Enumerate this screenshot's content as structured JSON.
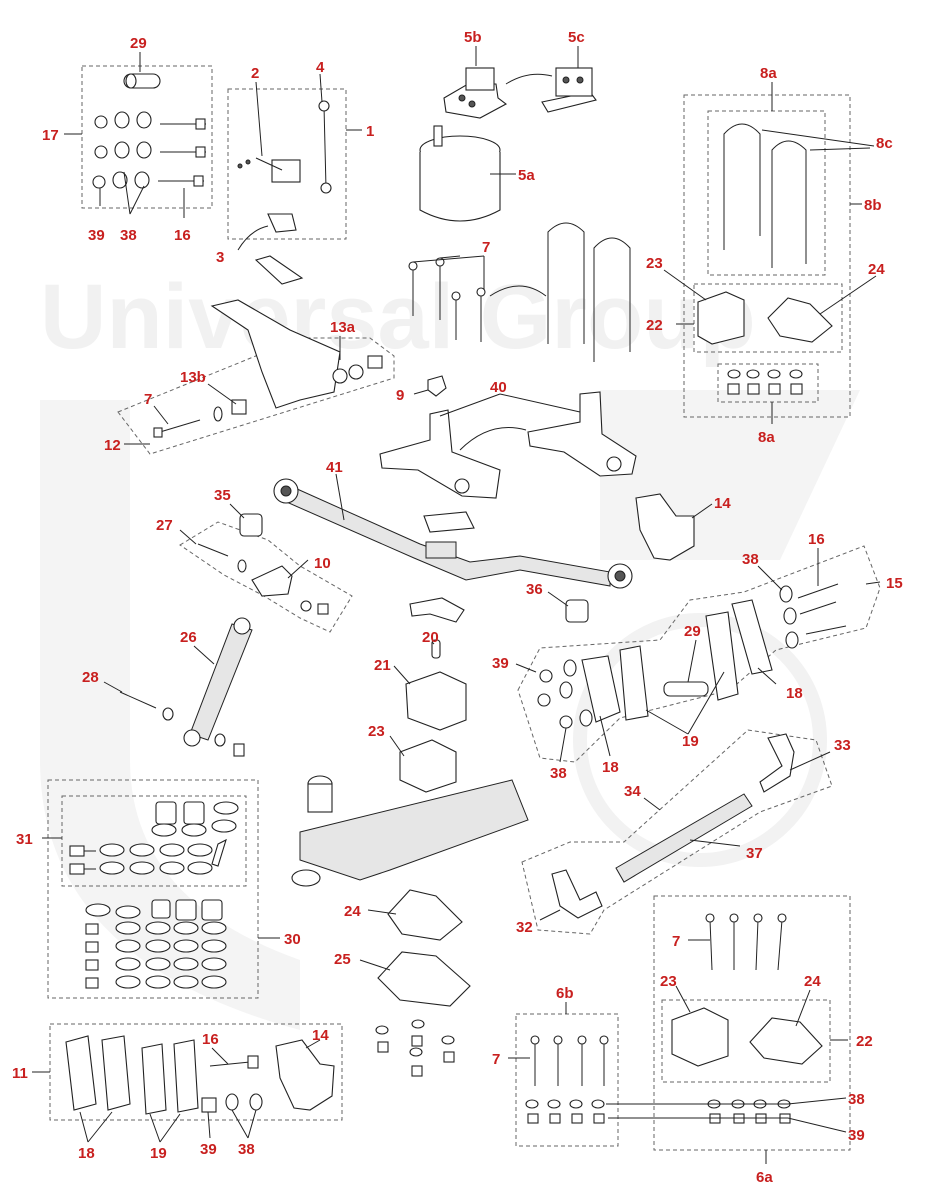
{
  "watermark": "Universal Group",
  "colors": {
    "label": "#c8201f",
    "line": "#222222",
    "watermark": "#f1f1f1"
  },
  "callouts": {
    "c1": "1",
    "c2": "2",
    "c3": "3",
    "c4": "4",
    "c5a": "5a",
    "c5b": "5b",
    "c5c": "5c",
    "c6a": "6a",
    "c6b": "6b",
    "c7a": "7",
    "c7b": "7",
    "c7c": "7",
    "c7d": "7",
    "c8a_top": "8a",
    "c8a_bot": "8a",
    "c8b": "8b",
    "c8c": "8c",
    "c9": "9",
    "c10": "10",
    "c11": "11",
    "c12": "12",
    "c13a": "13a",
    "c13b": "13b",
    "c14a": "14",
    "c14b": "14",
    "c15": "15",
    "c16a": "16",
    "c16b": "16",
    "c16c": "16",
    "c17": "17",
    "c18a": "18",
    "c18b": "18",
    "c18c": "18",
    "c19a": "19",
    "c19b": "19",
    "c20": "20",
    "c21": "21",
    "c22a": "22",
    "c22b": "22",
    "c23a": "23",
    "c23b": "23",
    "c23c": "23",
    "c24a": "24",
    "c24b": "24",
    "c24c": "24",
    "c25": "25",
    "c26": "26",
    "c27": "27",
    "c28": "28",
    "c29a": "29",
    "c29b": "29",
    "c30": "30",
    "c31": "31",
    "c32": "32",
    "c33": "33",
    "c34": "34",
    "c35": "35",
    "c36": "36",
    "c37": "37",
    "c38a": "38",
    "c38b": "38",
    "c38c": "38",
    "c38d": "38",
    "c38e": "38",
    "c39a": "39",
    "c39b": "39",
    "c39c": "39",
    "c39d": "39",
    "c40": "40",
    "c41": "41"
  }
}
